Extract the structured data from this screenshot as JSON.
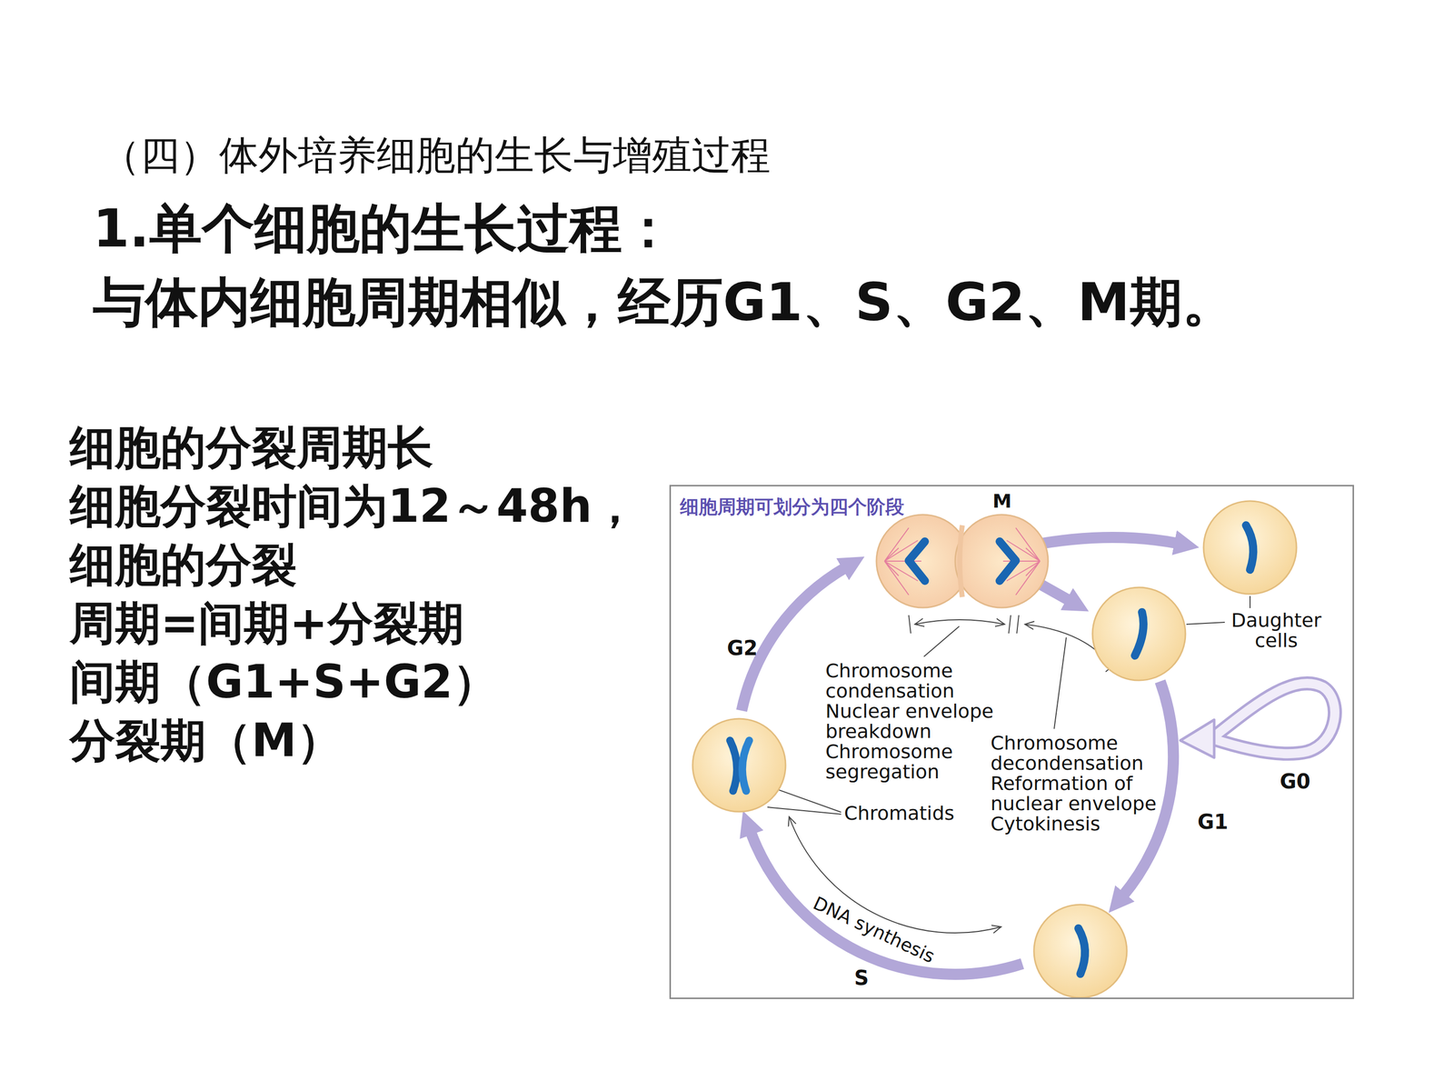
{
  "diagram": {
    "title": "（四）体外培养细胞的生长与增殖过程",
    "nodes": [
      {
        "text": [
          "细胞周期可划分为四个阶段"
        ]
      }
    ],
    "labels": [
      "1.单个细胞的生长过程：",
      "与体内细胞周期相似，经历G1、S、G2、M期。",
      "细胞的分裂周期长",
      "细胞分裂时间为12～48h，",
      "细胞的分裂",
      "周期=间期+分裂期",
      "间期（G1+S+G2）",
      "分裂期（M）",
      "M",
      "Daughter cells",
      "G2",
      "Chromosome condensation Nuclear envelope breakdown Chromosome segregation",
      "Chromosome decondensation Reformation of nuclear envelope Cytokinesis",
      "Chromatids",
      "G0",
      "G1",
      "DNA synthesis",
      "S"
    ]
  }
}
